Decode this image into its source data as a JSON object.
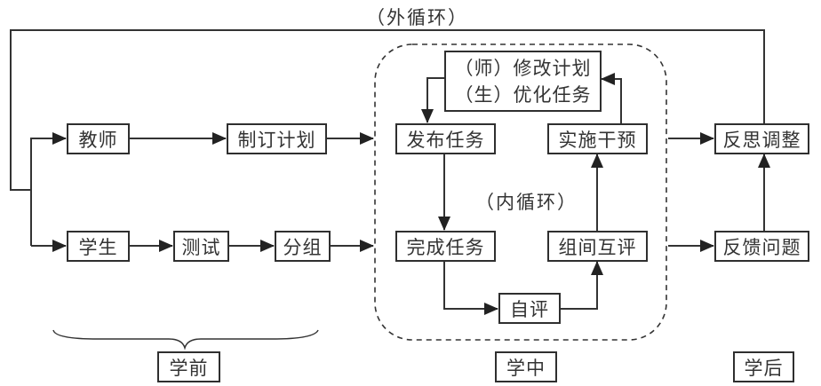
{
  "diagram": {
    "outer_loop_label": "（外循环）",
    "inner_loop_label": "（内循环）",
    "nodes": {
      "teacher": "教师",
      "make_plan": "制订计划",
      "student": "学生",
      "test": "测试",
      "group": "分组",
      "revise_plan_line1": "（师）修改计划",
      "revise_plan_line2": "（生）优化任务",
      "publish_task": "发布任务",
      "intervene": "实施干预",
      "complete_task": "完成任务",
      "peer_review": "组间互评",
      "self_review": "自评",
      "reflect_adjust": "反思调整",
      "feedback": "反馈问题"
    },
    "phases": {
      "before": "学前",
      "during": "学中",
      "after": "学后"
    },
    "edges": [
      {
        "from": "teacher",
        "to": "make_plan"
      },
      {
        "from": "make_plan",
        "to": "inner_loop"
      },
      {
        "from": "student",
        "to": "test"
      },
      {
        "from": "test",
        "to": "group"
      },
      {
        "from": "group",
        "to": "inner_loop"
      },
      {
        "from": "revise_plan",
        "to": "publish_task"
      },
      {
        "from": "publish_task",
        "to": "complete_task"
      },
      {
        "from": "complete_task",
        "to": "self_review"
      },
      {
        "from": "self_review",
        "to": "peer_review"
      },
      {
        "from": "peer_review",
        "to": "intervene"
      },
      {
        "from": "intervene",
        "to": "revise_plan"
      },
      {
        "from": "inner_loop",
        "to": "reflect_adjust"
      },
      {
        "from": "inner_loop",
        "to": "feedback"
      },
      {
        "from": "feedback",
        "to": "reflect_adjust"
      },
      {
        "from": "reflect_adjust",
        "to": "teacher",
        "via": "outer_loop"
      },
      {
        "from": "reflect_adjust",
        "to": "student",
        "via": "outer_loop"
      }
    ]
  }
}
